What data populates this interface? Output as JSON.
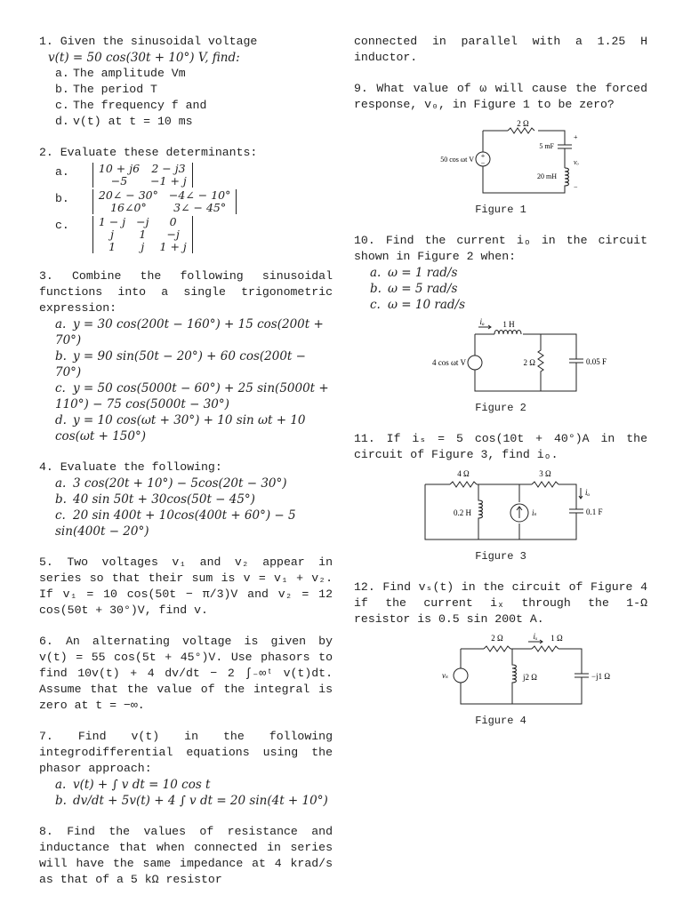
{
  "problems": {
    "p1": {
      "stem": "1. Given the sinusoidal voltage",
      "eq": "v(t) = 50 cos(30t + 10°) V,  find:",
      "items": [
        {
          "label": "a.",
          "text": "The amplitude Vm"
        },
        {
          "label": "b.",
          "text": "The period T"
        },
        {
          "label": "c.",
          "text": "The frequency f and"
        },
        {
          "label": "d.",
          "text": "v(t) at  t = 10 ms"
        }
      ]
    },
    "p2": {
      "stem": "2. Evaluate these determinants:",
      "dets": [
        {
          "label": "a.",
          "rows": [
            [
              "10 + j6",
              "2 − j3"
            ],
            [
              "−5",
              "−1 + j"
            ]
          ]
        },
        {
          "label": "b.",
          "rows": [
            [
              "20∠ − 30°",
              "−4∠ − 10°"
            ],
            [
              "16∠0°",
              "3∠ − 45°"
            ]
          ]
        },
        {
          "label": "c.",
          "rows": [
            [
              "1 − j",
              "−j",
              "0"
            ],
            [
              "j",
              "1",
              "−j"
            ],
            [
              "1",
              "j",
              "1 + j"
            ]
          ]
        }
      ]
    },
    "p3": {
      "stem": "3. Combine the following sinusoidal functions into a single trigonometric expression:",
      "items": [
        {
          "label": "a.",
          "text": "y = 30 cos(200t − 160°) + 15 cos(200t + 70°)"
        },
        {
          "label": "b.",
          "text": "y = 90 sin(50t − 20°) + 60 cos(200t − 70°)"
        },
        {
          "label": "c.",
          "text": "y = 50 cos(5000t − 60°) + 25 sin(5000t + 110°) − 75 cos(5000t − 30°)"
        },
        {
          "label": "d.",
          "text": "y = 10 cos(ωt + 30°) + 10 sin ωt + 10 cos(ωt + 150°)"
        }
      ]
    },
    "p4": {
      "stem": "4. Evaluate the following:",
      "items": [
        {
          "label": "a.",
          "text": "3 cos(20t + 10°) − 5cos(20t − 30°)"
        },
        {
          "label": "b.",
          "text": "40 sin 50t + 30cos(50t − 45°)"
        },
        {
          "label": "c.",
          "text": "20 sin 400t + 10cos(400t + 60°) − 5 sin(400t − 20°)"
        }
      ]
    },
    "p5": {
      "stem": "5. Two voltages v₁ and v₂ appear in series so that their sum is v = v₁ + v₂. If   v₁ = 10 cos(50t − π/3)V   and   v₂ = 12 cos(50t + 30°)V,  find v."
    },
    "p6": {
      "stem": "6. An alternating voltage is given by v(t) = 55 cos(5t + 45°)V.  Use phasors to find 10v(t) + 4 dv/dt − 2 ∫₋∞ᵗ v(t)dt. Assume that the value of the integral is zero at t = −∞."
    },
    "p7": {
      "stem": "7. Find v(t) in the following integrodifferential equations using the phasor approach:",
      "items": [
        {
          "label": "a.",
          "text": "v(t) + ∫ v dt = 10 cos t"
        },
        {
          "label": "b.",
          "text": "dv/dt + 5v(t) + 4 ∫ v dt = 20 sin(4t + 10°)"
        }
      ]
    },
    "p8": {
      "stem": "8. Find the values of resistance and inductance that when connected in series will have the same impedance at 4 krad/s as that of a 5 kΩ resistor",
      "stem_cont": "connected in parallel with a 1.25 H inductor."
    },
    "p9": {
      "stem": "9. What value of ω will cause the forced response, v₀, in Figure 1 to be zero?"
    },
    "p10": {
      "stem": "10. Find the current iₒ in the circuit shown in Figure 2 when:",
      "items": [
        {
          "label": "a.",
          "text": "ω = 1 rad/s"
        },
        {
          "label": "b.",
          "text": "ω = 5 rad/s"
        },
        {
          "label": "c.",
          "text": "ω = 10 rad/s"
        }
      ]
    },
    "p11": {
      "stem": "11. If iₛ = 5 cos(10t + 40°)A in the circuit of Figure 3, find iₒ."
    },
    "p12": {
      "stem": "12. Find vₛ(t) in the circuit of Figure 4 if the current iₓ through the 1-Ω resistor is 0.5 sin 200t A."
    }
  },
  "figures": {
    "fig1": {
      "caption": "Figure 1",
      "r": "2 Ω",
      "c": "5 mF",
      "l": "20 mH",
      "src": "50 cos ωt V",
      "vo": "vₒ",
      "plus": "+",
      "minus": "−"
    },
    "fig2": {
      "caption": "Figure 2",
      "io": "iₒ",
      "l": "1 H",
      "r": "2 Ω",
      "c": "0.05 F",
      "src": "4 cos ωt V"
    },
    "fig3": {
      "caption": "Figure 3",
      "r1": "4 Ω",
      "r2": "3 Ω",
      "l": "0.2 H",
      "is": "iₛ",
      "c": "0.1 F",
      "io": "iₒ"
    },
    "fig4": {
      "caption": "Figure 4",
      "r1": "2 Ω",
      "ix": "iₓ",
      "r2": "1 Ω",
      "vs": "vₛ",
      "l": "j2 Ω",
      "c": "−j1 Ω"
    }
  }
}
